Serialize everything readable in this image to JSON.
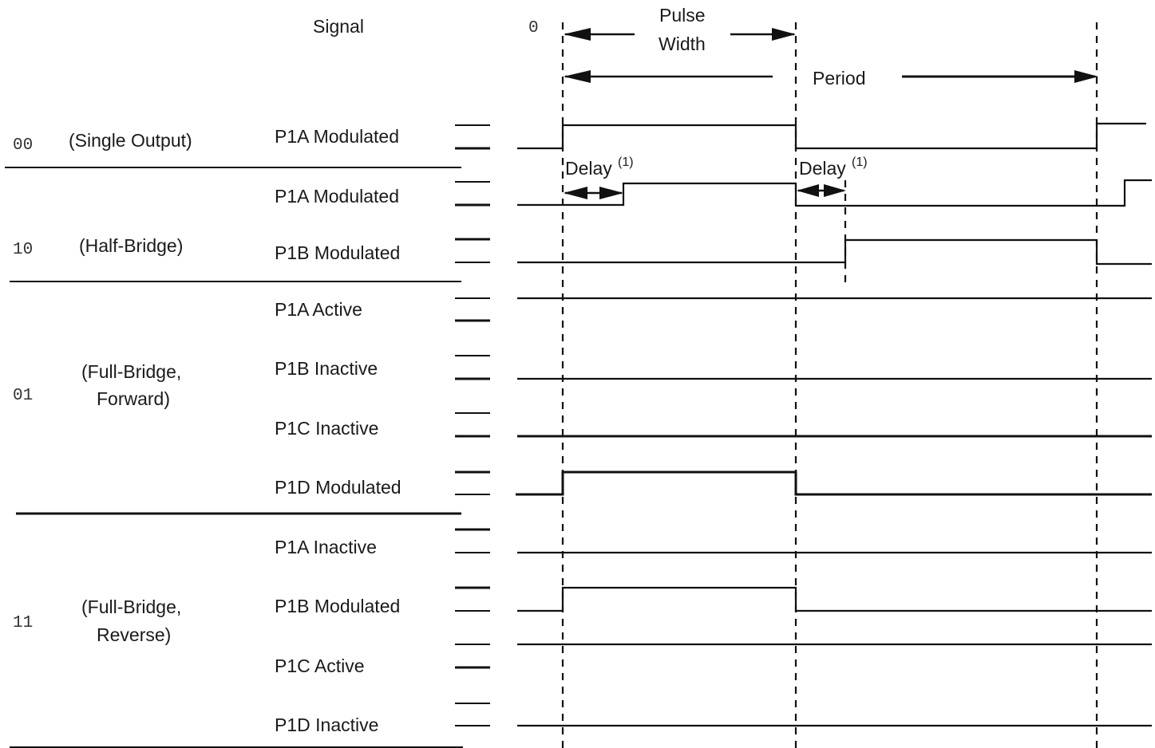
{
  "header": {
    "signal_label": "Signal",
    "zero_label": "0",
    "pulse_width_line1": "Pulse",
    "pulse_width_line2": "Width",
    "period_label": "Period"
  },
  "delay": {
    "label": "Delay",
    "superscript": "(1)"
  },
  "groups": [
    {
      "code": "00",
      "mode": [
        "(Single Output)"
      ]
    },
    {
      "code": "10",
      "mode": [
        "(Half-Bridge)"
      ]
    },
    {
      "code": "01",
      "mode": [
        "(Full-Bridge,",
        "Forward)"
      ]
    },
    {
      "code": "11",
      "mode": [
        "(Full-Bridge,",
        "Reverse)"
      ]
    }
  ],
  "signals": [
    {
      "name": "P1A Modulated"
    },
    {
      "name": "P1A Modulated"
    },
    {
      "name": "P1B Modulated"
    },
    {
      "name": "P1A Active"
    },
    {
      "name": "P1B Inactive"
    },
    {
      "name": "P1C Inactive"
    },
    {
      "name": "P1D Modulated"
    },
    {
      "name": "P1A Inactive"
    },
    {
      "name": "P1B Modulated"
    },
    {
      "name": "P1C Active"
    },
    {
      "name": "P1D Inactive"
    }
  ]
}
